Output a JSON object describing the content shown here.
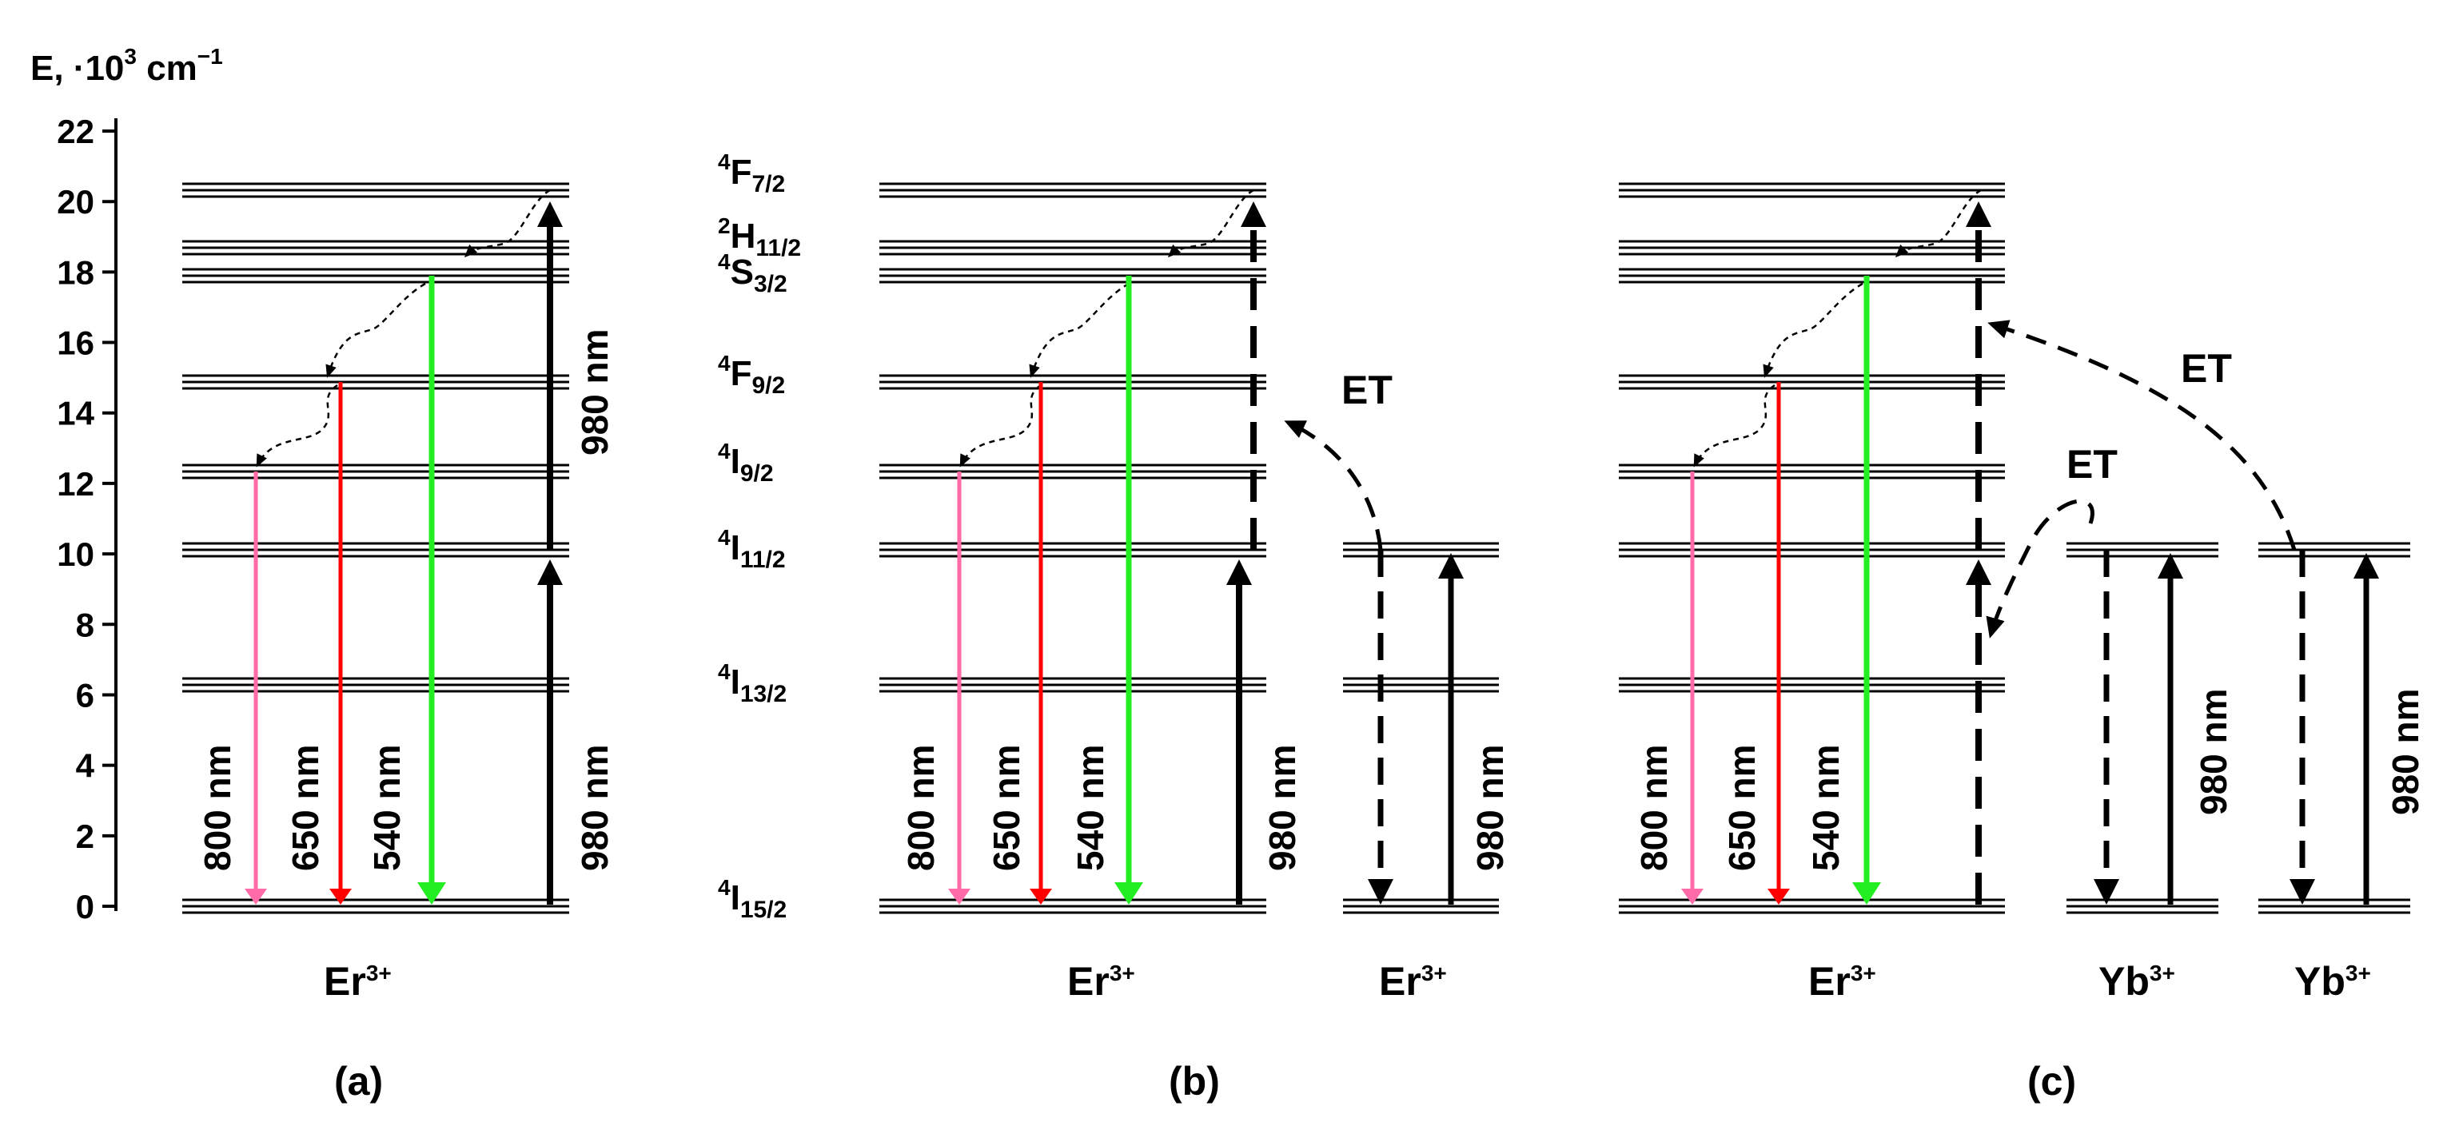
{
  "axis": {
    "label_main": "E, ·10",
    "label_exp": "3",
    "label_unit": " cm",
    "label_unit_exp": "−1",
    "ticks": [
      "0",
      "2",
      "4",
      "6",
      "8",
      "10",
      "12",
      "14",
      "16",
      "18",
      "20",
      "22"
    ]
  },
  "levels": [
    {
      "id": "I15",
      "pre": "4",
      "letter": "I",
      "sub": "15/2"
    },
    {
      "id": "I13",
      "pre": "4",
      "letter": "I",
      "sub": "13/2"
    },
    {
      "id": "I11",
      "pre": "4",
      "letter": "I",
      "sub": "11/2"
    },
    {
      "id": "I9",
      "pre": "4",
      "letter": "I",
      "sub": "9/2"
    },
    {
      "id": "F9",
      "pre": "4",
      "letter": "F",
      "sub": "9/2"
    },
    {
      "id": "S3",
      "pre": "4",
      "letter": "S",
      "sub": "3/2"
    },
    {
      "id": "H11",
      "pre": "2",
      "letter": "H",
      "sub": "11/2"
    },
    {
      "id": "F7",
      "pre": "4",
      "letter": "F",
      "sub": "7/2"
    }
  ],
  "wavelengths": {
    "w800": "800 nm",
    "w650": "650 nm",
    "w540": "540 nm",
    "w980": "980 nm"
  },
  "colors": {
    "w800": "#ff6aa8",
    "w650": "#ff0000",
    "w540": "#22ee22",
    "pump": "#000000"
  },
  "ions": {
    "er": {
      "base": "Er",
      "charge": "3+"
    },
    "yb": {
      "base": "Yb",
      "charge": "3+"
    }
  },
  "et_label": "ET",
  "panels": {
    "a": "(a)",
    "b": "(b)",
    "c": "(c)"
  }
}
